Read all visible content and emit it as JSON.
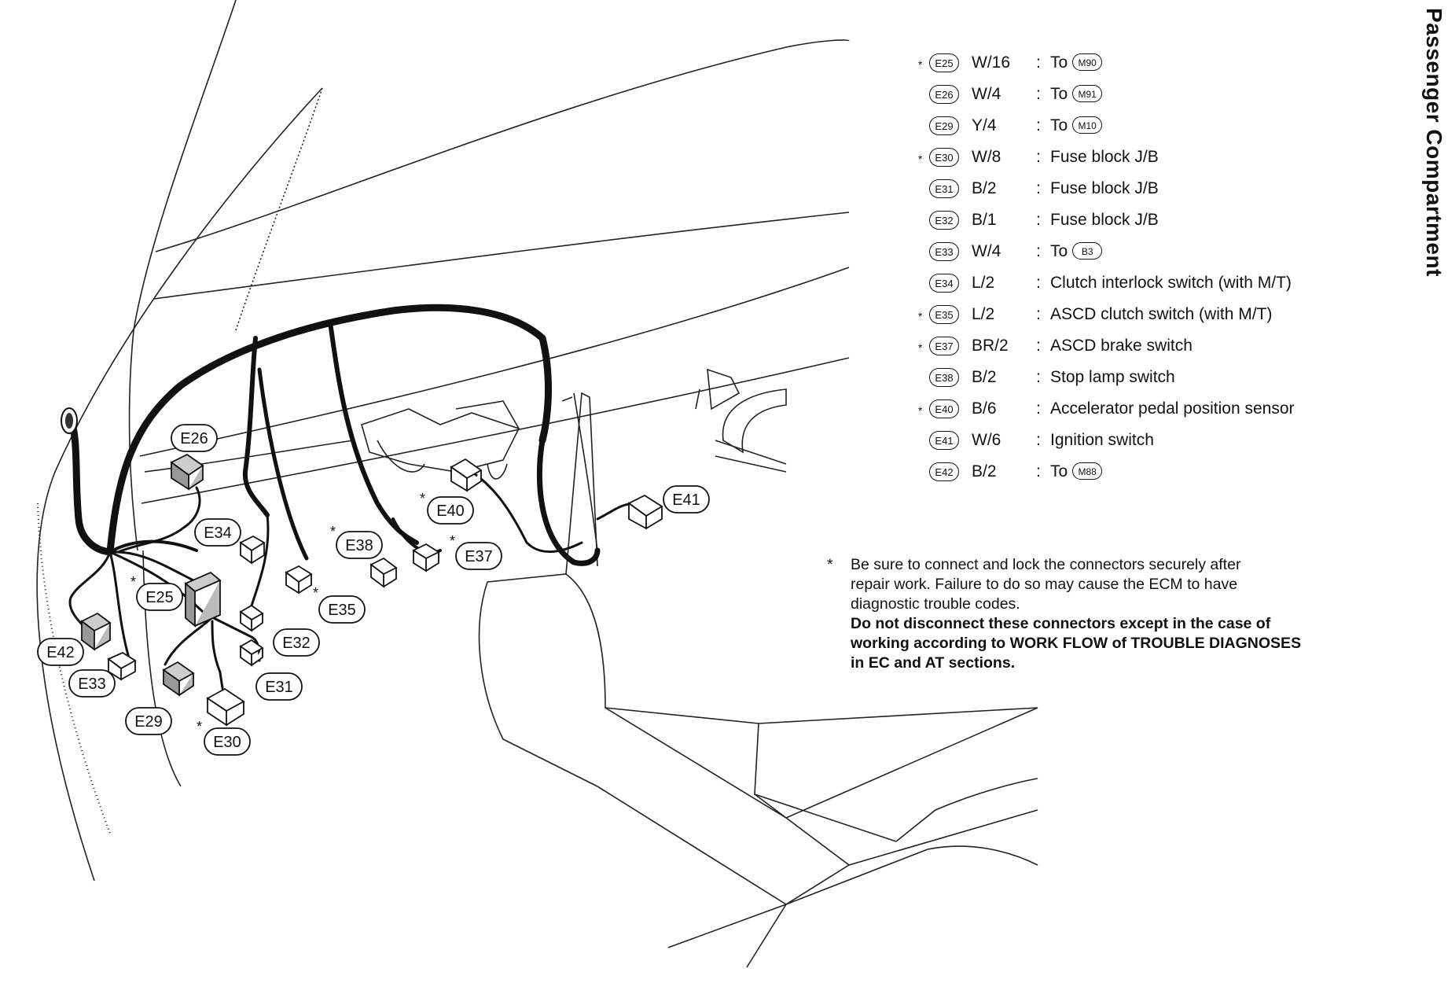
{
  "side_title": "Passenger Compartment",
  "legend": [
    {
      "star": "*",
      "code": "E25",
      "spec": "W/16",
      "desc": "To",
      "to": "M90"
    },
    {
      "star": "",
      "code": "E26",
      "spec": "W/4",
      "desc": "To",
      "to": "M91"
    },
    {
      "star": "",
      "code": "E29",
      "spec": "Y/4",
      "desc": "To",
      "to": "M10"
    },
    {
      "star": "*",
      "code": "E30",
      "spec": "W/8",
      "desc": "Fuse block J/B",
      "to": ""
    },
    {
      "star": "",
      "code": "E31",
      "spec": "B/2",
      "desc": "Fuse block J/B",
      "to": ""
    },
    {
      "star": "",
      "code": "E32",
      "spec": "B/1",
      "desc": "Fuse block J/B",
      "to": ""
    },
    {
      "star": "",
      "code": "E33",
      "spec": "W/4",
      "desc": "To",
      "to": "B3"
    },
    {
      "star": "",
      "code": "E34",
      "spec": "L/2",
      "desc": "Clutch interlock switch (with M/T)",
      "to": ""
    },
    {
      "star": "*",
      "code": "E35",
      "spec": "L/2",
      "desc": "ASCD clutch switch (with M/T)",
      "to": ""
    },
    {
      "star": "*",
      "code": "E37",
      "spec": "BR/2",
      "desc": "ASCD brake switch",
      "to": ""
    },
    {
      "star": "",
      "code": "E38",
      "spec": "B/2",
      "desc": "Stop lamp switch",
      "to": ""
    },
    {
      "star": "*",
      "code": "E40",
      "spec": "B/6",
      "desc": "Accelerator pedal position sensor",
      "to": ""
    },
    {
      "star": "",
      "code": "E41",
      "spec": "W/6",
      "desc": "Ignition switch",
      "to": ""
    },
    {
      "star": "",
      "code": "E42",
      "spec": "B/2",
      "desc": "To",
      "to": "M88"
    }
  ],
  "note": {
    "star": "*",
    "line1": "Be sure to connect and lock the connectors securely after",
    "line2": "repair work. Failure to do so may cause the ECM to have",
    "line3": "diagnostic trouble codes.",
    "bold1": "Do not disconnect these connectors except in the case of",
    "bold2": "working according to WORK FLOW of TROUBLE DIAGNOSES",
    "bold3": "in EC and AT sections."
  },
  "callouts": {
    "e25": "E25",
    "e26": "E26",
    "e29": "E29",
    "e30": "E30",
    "e31": "E31",
    "e32": "E32",
    "e33": "E33",
    "e34": "E34",
    "e35": "E35",
    "e37": "E37",
    "e38": "E38",
    "e40": "E40",
    "e41": "E41",
    "e42": "E42"
  }
}
